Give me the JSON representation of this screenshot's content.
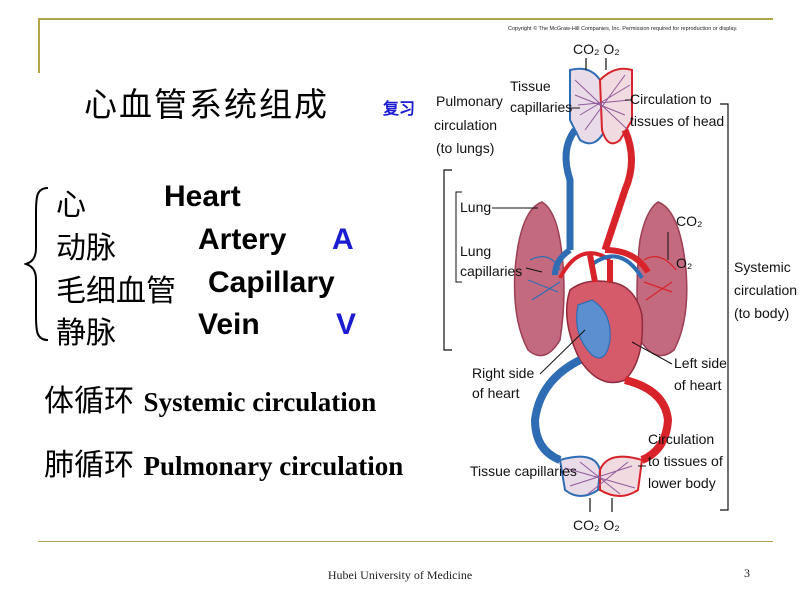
{
  "slide": {
    "title": "心血管系统组成",
    "review_tag": "复习",
    "terms": [
      {
        "zh": "心",
        "en": "Heart",
        "abbr": ""
      },
      {
        "zh": "动脉",
        "en": "Artery",
        "abbr": "A"
      },
      {
        "zh": "毛细血管",
        "en": "Capillary",
        "abbr": ""
      },
      {
        "zh": "静脉",
        "en": "Vein",
        "abbr": "V"
      }
    ],
    "circulations": [
      {
        "zh": "体循环",
        "en": "Systemic   circulation"
      },
      {
        "zh": "肺循环",
        "en": "Pulmonary   circulation"
      }
    ],
    "footer": "Hubei University  of  Medicine",
    "page_number": "3"
  },
  "diagram": {
    "copyright": "Copyright © The McGraw-Hill Companies, Inc. Permission required for reproduction or display.",
    "labels": {
      "co2_o2_top": "CO₂ O₂",
      "pulmonary_1": "Pulmonary",
      "pulmonary_2": "circulation",
      "pulmonary_3": "(to lungs)",
      "tissue_cap_top_1": "Tissue",
      "tissue_cap_top_2": "capillaries",
      "circ_head_1": "Circulation to",
      "circ_head_2": "tissues of head",
      "lung": "Lung",
      "lung_cap_1": "Lung",
      "lung_cap_2": "capillaries",
      "co2_right": "CO₂",
      "o2_right": "O₂",
      "systemic_1": "Systemic",
      "systemic_2": "circulation",
      "systemic_3": "(to body)",
      "right_heart_1": "Right side",
      "right_heart_2": "of heart",
      "left_heart_1": "Left side",
      "left_heart_2": "of heart",
      "tissue_cap_bottom": "Tissue capillaries",
      "circ_lower_1": "Circulation",
      "circ_lower_2": "to tissues of",
      "circ_lower_3": "lower body",
      "co2_o2_bottom": "CO₂ O₂"
    },
    "colors": {
      "artery": "#d8232a",
      "vein": "#2e6db4",
      "lung_tissue": "#c46a7e",
      "heart": "#d55a6a"
    }
  }
}
